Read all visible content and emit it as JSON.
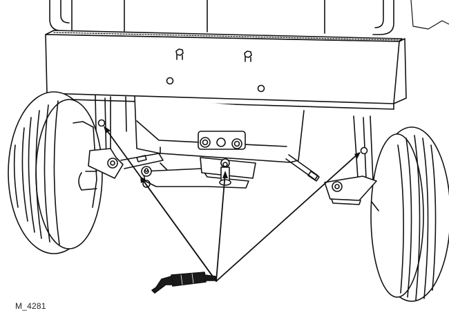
{
  "figure": {
    "label": "M_4281",
    "description_marks": {
      "grease_points": 4,
      "callout_lines": 4
    },
    "colors": {
      "line": "#111111",
      "fill": "#ffffff",
      "gun_body": "#1a1a1a"
    },
    "icons": [
      "grease-gun-icon",
      "grease-fitting-icon"
    ]
  }
}
